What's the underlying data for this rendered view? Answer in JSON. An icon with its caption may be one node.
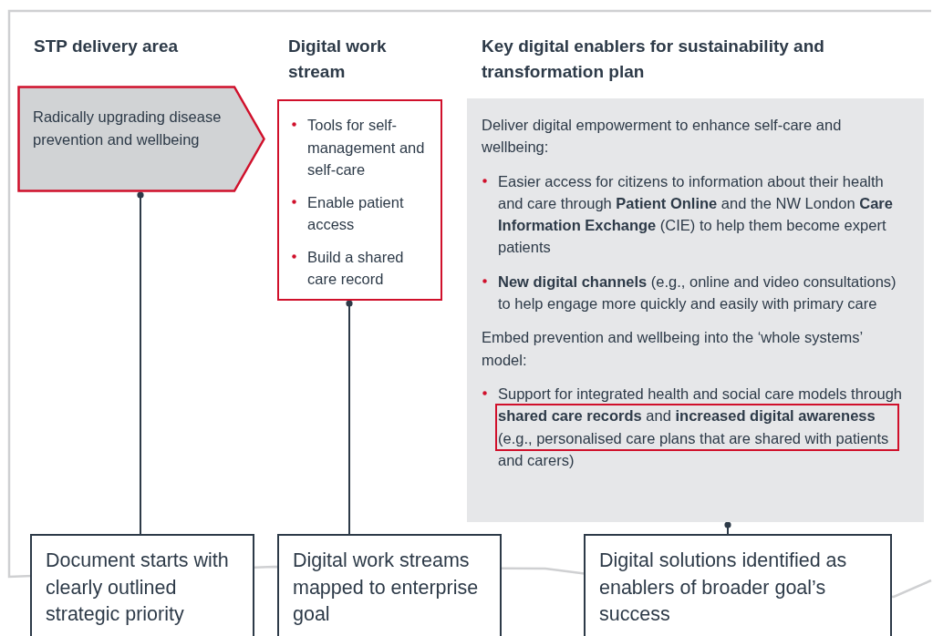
{
  "diagram": {
    "nodes": [
      {
        "text": [
          "Radically upgrading disease prevention and wellbeing"
        ]
      },
      {
        "text": [
          "Tools for self-management and self-care",
          "Enable patient access",
          "Build a shared care record"
        ]
      },
      {
        "text": [
          "Deliver digital empowerment to enhance self-care and wellbeing:",
          "Easier access for citizens to information about their health and care through **Patient Online** and the NW London **Care Information Exchange** (CIE) to help them become expert patients",
          "**New digital channels** (e.g., online and video consultations) to help engage more quickly and easily with primary care",
          "Embed prevention and wellbeing into the ‘whole systems’ model:",
          "Support for integrated health and social care models through **shared care records** and **increased digital awareness** (e.g., personalised care plans that are shared with patients and carers)"
        ]
      },
      {
        "text": [
          "Document starts with clearly outlined strategic priority"
        ]
      },
      {
        "text": [
          "Digital work streams mapped to enterprise goal"
        ]
      },
      {
        "text": [
          "Digital solutions identified as enablers of broader goal’s success"
        ]
      }
    ],
    "edges": [
      {
        "from": 3,
        "to": 0,
        "arrow": "other"
      },
      {
        "from": 4,
        "to": 1,
        "arrow": "other"
      },
      {
        "from": 5,
        "to": 2,
        "arrow": "other"
      }
    ],
    "labels": [
      "STP delivery area",
      "Digital work stream",
      "Key digital enablers for sustainability and transformation plan"
    ]
  }
}
